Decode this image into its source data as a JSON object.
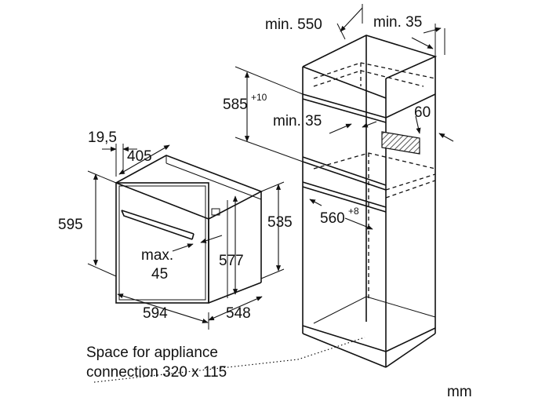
{
  "labels": {
    "min550": "min. 550",
    "min35_top": "min. 35",
    "d585": "585",
    "d585_sup": "+10",
    "min35_mid": "min. 35",
    "d60": "60",
    "d19_5": "19,5",
    "d405": "405",
    "d595": "595",
    "d535": "535",
    "d560": "560",
    "d560_sup": "+8",
    "max45_line1": "max.",
    "max45_line2": "45",
    "d577": "577",
    "d594": "594",
    "d548": "548",
    "connection_line1": "Space for appliance",
    "connection_line2": "connection 320 x 115",
    "unit": "mm"
  },
  "colors": {
    "line": "#111111",
    "hatch": "#555555",
    "background": "#ffffff"
  }
}
